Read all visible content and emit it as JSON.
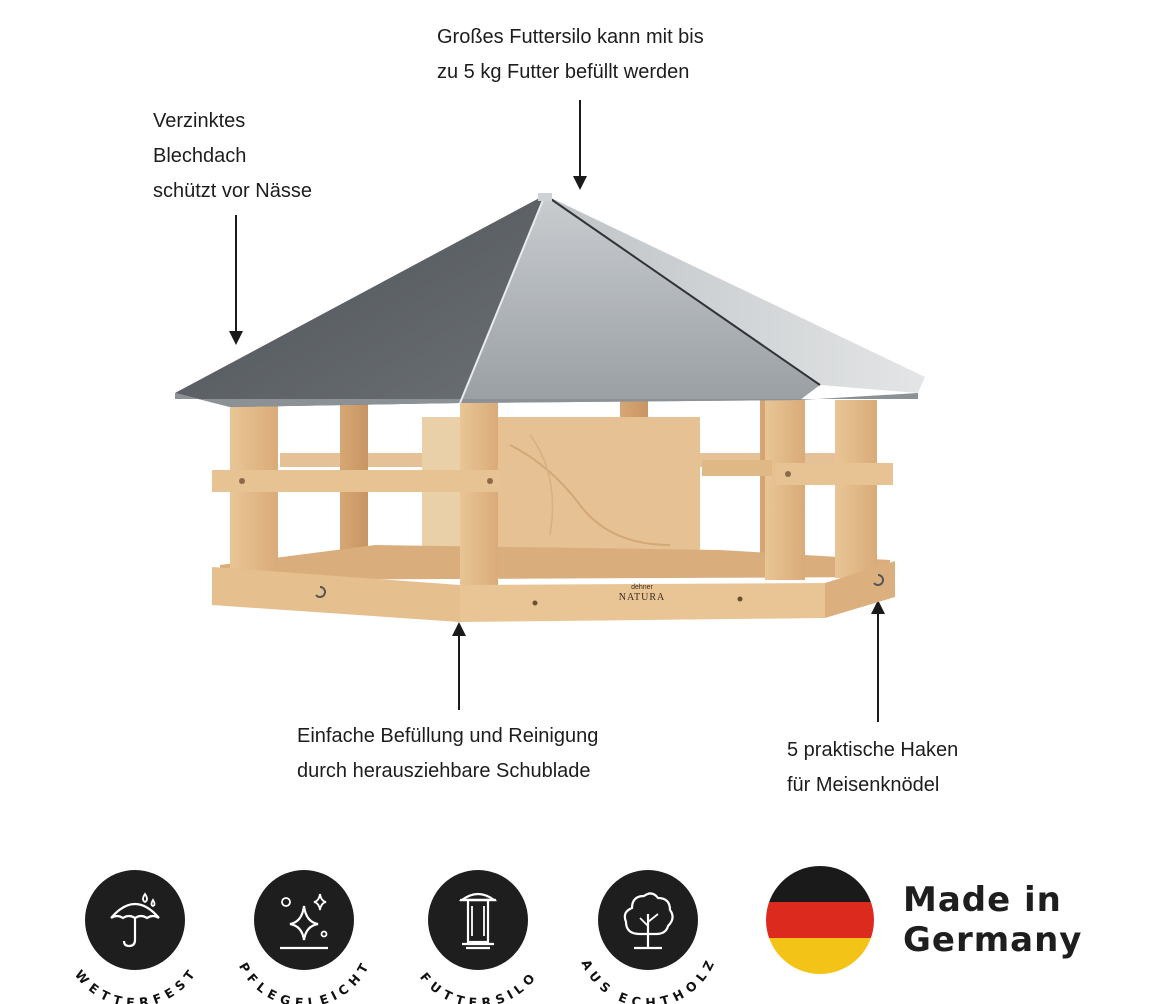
{
  "callouts": {
    "silo": {
      "line1": "Großes Futtersilo kann mit bis",
      "line2": "zu 5 kg Futter befüllt werden"
    },
    "roof": {
      "line1": "Verzinktes",
      "line2": "Blechdach",
      "line3": "schützt vor Nässe"
    },
    "drawer": {
      "line1": "Einfache Befüllung und Reinigung",
      "line2": "durch herausziehbare Schublade"
    },
    "hooks": {
      "line1": "5 praktische Haken",
      "line2": "für Meisenknödel"
    }
  },
  "product": {
    "brand_small": "dehner",
    "brand": "NATURA"
  },
  "badges": [
    {
      "label": "WETTERFEST",
      "icon": "umbrella-icon"
    },
    {
      "label": "PFLEGELEICHT",
      "icon": "sparkle-icon"
    },
    {
      "label": "FUTTERSILO",
      "icon": "feeder-silo-icon"
    },
    {
      "label": "AUS ECHTHOLZ",
      "icon": "tree-icon"
    }
  ],
  "made_in": {
    "line1": "Made in",
    "line2": "Germany"
  },
  "colors": {
    "badge": "#1e1e1e",
    "flag_black": "#1a1a1a",
    "flag_red": "#dd2a1f",
    "flag_gold": "#f4c318",
    "wood": "#e2b887",
    "roof": "#a9aeb3"
  }
}
